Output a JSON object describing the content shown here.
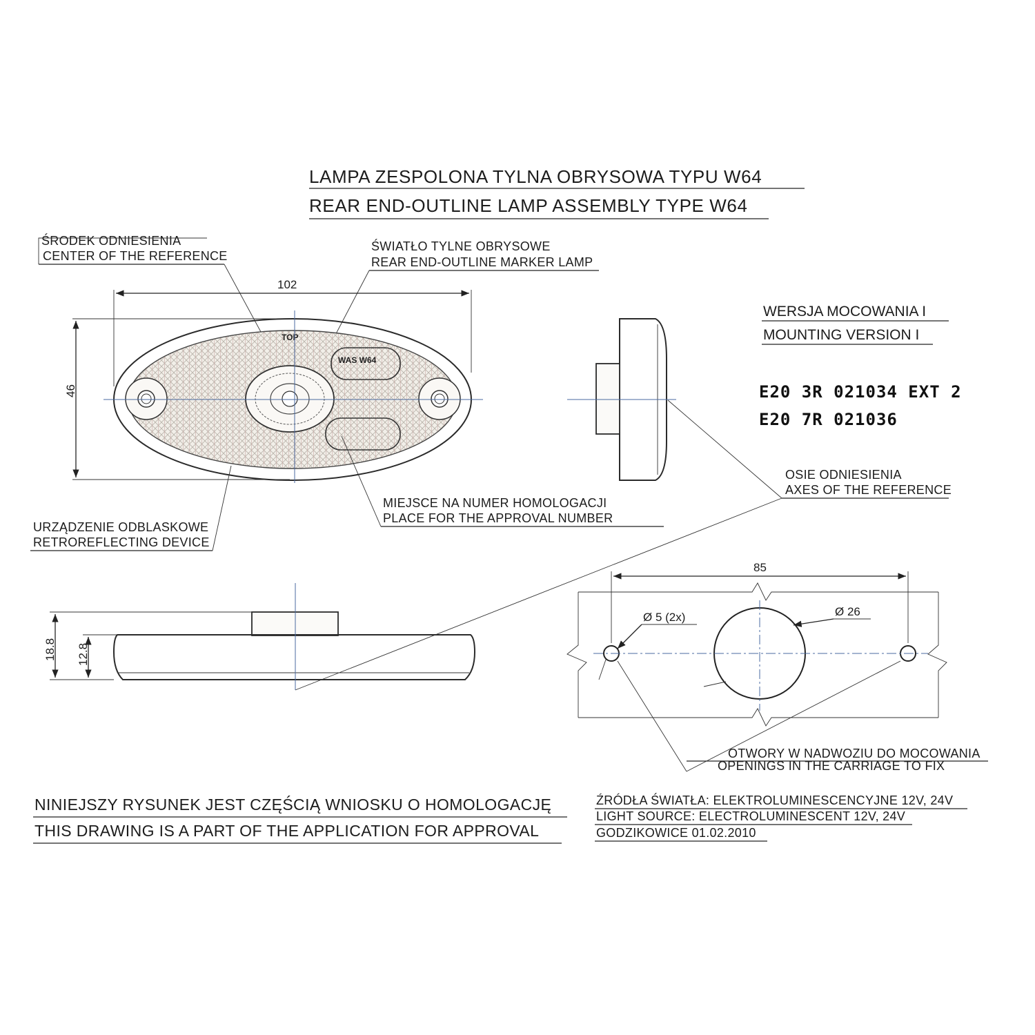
{
  "title": {
    "line_pl": "LAMPA ZESPOLONA TYLNA OBRYSOWA TYPU W64",
    "line_en": "REAR END-OUTLINE LAMP ASSEMBLY TYPE W64"
  },
  "labels": {
    "center_ref_pl": "ŚRODEK ODNIESIENIA",
    "center_ref_en": "CENTER OF THE REFERENCE",
    "marker_lamp_pl": "ŚWIATŁO TYLNE OBRYSOWE",
    "marker_lamp_en": "REAR END-OUTLINE MARKER LAMP",
    "retro_pl": "URZĄDZENIE ODBLASKOWE",
    "retro_en": "RETROREFLECTING DEVICE",
    "approval_place_pl": "MIEJSCE NA NUMER HOMOLOGACJI",
    "approval_place_en": "PLACE FOR THE APPROVAL NUMBER",
    "axes_pl": "OSIE ODNIESIENIA",
    "axes_en": "AXES OF THE REFERENCE",
    "openings_pl": "OTWORY W NADWOZIU DO MOCOWANIA",
    "openings_en": "OPENINGS IN THE CARRIAGE TO FIX"
  },
  "mounting": {
    "version_pl": "WERSJA MOCOWANIA I",
    "version_en": "MOUNTING VERSION I"
  },
  "approval_codes": [
    "E20 3R 021034 EXT 2",
    "E20 7R 021036"
  ],
  "lamp_markings": {
    "top": "TOP",
    "maker": "WAS W64"
  },
  "dimensions": {
    "width": "102",
    "height": "46",
    "total_depth": "18.8",
    "body_depth": "12.8",
    "hole_spacing": "85",
    "small_holes": "Ø 5 (2x)",
    "large_hole": "Ø 26"
  },
  "footer": {
    "note_pl": "NINIEJSZY RYSUNEK JEST CZĘŚCIĄ WNIOSKU O  HOMOLOGACJĘ",
    "note_en": "THIS DRAWING IS A PART OF THE APPLICATION FOR  APPROVAL",
    "light_source_pl": "ŹRÓDŁA ŚWIATŁA: ELEKTROLUMINESCENCYJNE  12V, 24V",
    "light_source_en": "LIGHT SOURCE: ELECTROLUMINESCENT  12V, 24V",
    "place_date": "GODZIKOWICE 01.02.2010"
  }
}
